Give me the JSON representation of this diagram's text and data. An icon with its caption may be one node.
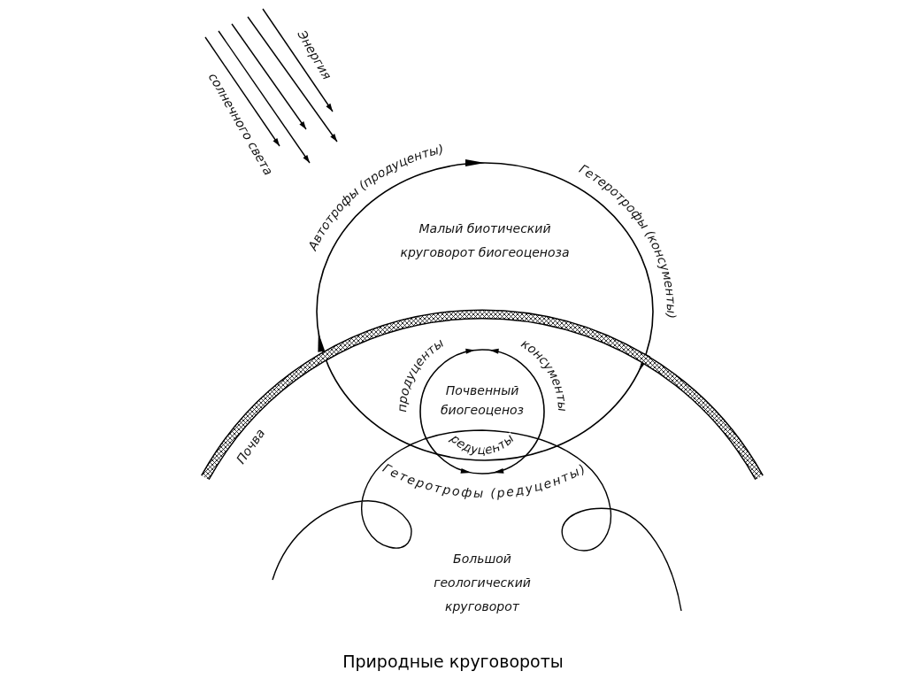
{
  "diagram": {
    "caption": "Природные круговороты",
    "nodes": [
      {
        "text": [
          "Малый биотический круговорот биогеоценоза"
        ]
      },
      {
        "text": [
          "Почва"
        ]
      },
      {
        "text": [
          "Почвенный биогеоценоз"
        ],
        "in": 1
      },
      {
        "text": [
          "Большой геологический круговорот"
        ]
      }
    ],
    "labels": [
      "Энергия",
      "солнечного света",
      "Автотрофы (продуценты)",
      "Гетеротрофы (консументы)",
      "продуценты",
      "консументы",
      "Гетеротрофы (редуценты)",
      "редуценты"
    ]
  }
}
